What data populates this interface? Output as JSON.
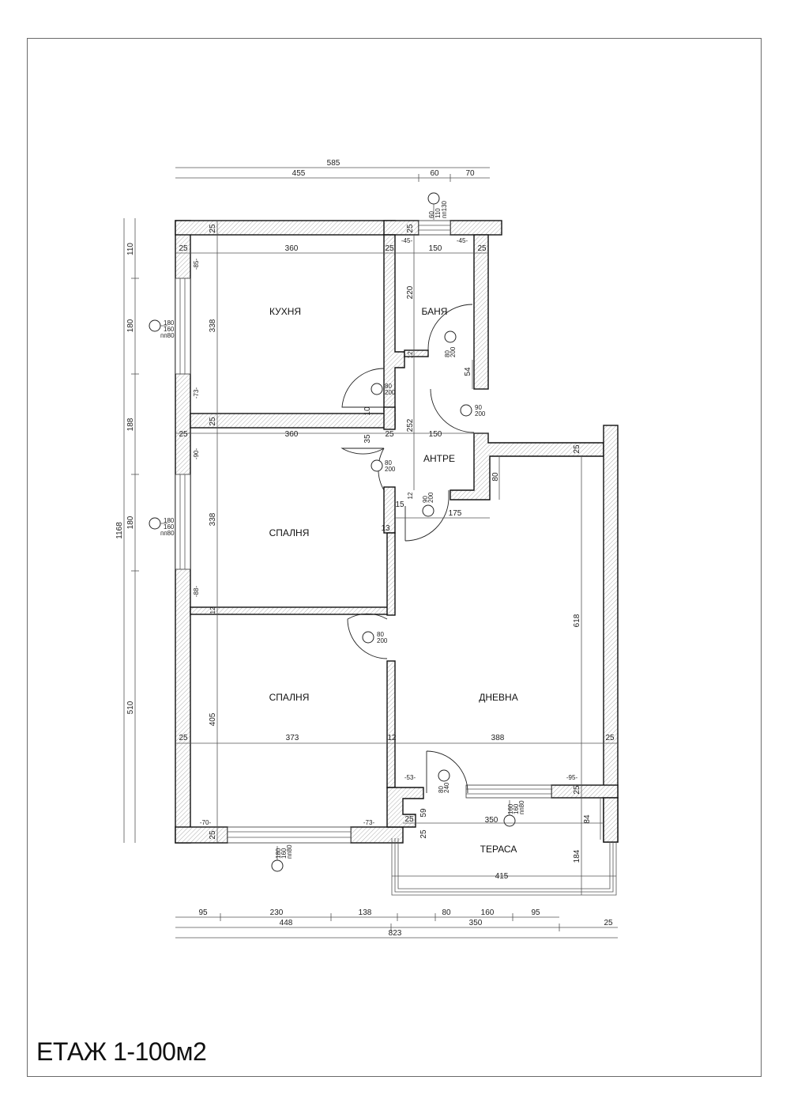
{
  "title": "ЕТАЖ 1-100м2",
  "rooms": {
    "kitchen": "КУХНЯ",
    "bathroom": "БАНЯ",
    "hallway": "АНТРЕ",
    "bedroom1": "СПАЛНЯ",
    "bedroom2": "СПАЛНЯ",
    "living": "ДНЕВНА",
    "terrace": "ТЕРАСА"
  },
  "dims_top": {
    "total": "585",
    "d1": "455",
    "d2": "60",
    "d3": "70"
  },
  "dims_left": {
    "total": "1168",
    "d1": "110",
    "d2": "180",
    "d3": "188",
    "d4": "180",
    "d5": "510"
  },
  "dims_bottom": {
    "row1": [
      "95",
      "230",
      "138",
      "80",
      "160",
      "95"
    ],
    "row2": [
      "448",
      "350",
      "25"
    ],
    "total": "823"
  },
  "dims_interior": {
    "kitchen_w": "360",
    "kitchen_h": "338",
    "kitchen_wall_l": "25",
    "kitchen_wall_t": "25",
    "kitchen_wall_r": "25",
    "bath_w": "150",
    "bath_h": "220",
    "bath_wall_r": "25",
    "bath_wall_t": "25",
    "bath_step": "54",
    "bath_12": "12",
    "hall_h": "252",
    "hall_w": "150",
    "hall_wall": "25",
    "hall_35": "35",
    "hall_10": "10",
    "hall_12": "12",
    "hall_15": "15",
    "hall_13": "13",
    "hall_175": "175",
    "hall_80": "80",
    "bed1_w": "360",
    "bed1_h": "338",
    "bed1_wall_l": "25",
    "bed1_wall_t": "25",
    "bed1_12": "12",
    "bed2_w": "373",
    "bed2_h": "405",
    "bed2_wall_l": "25",
    "bed2_wall_b": "25",
    "bed2_12": "12",
    "living_w": "388",
    "living_h": "618",
    "living_wall_r": "25",
    "living_wall_t": "25",
    "terrace_w": "350",
    "terrace_w_outer": "415",
    "terrace_h": "184",
    "terrace_59": "59",
    "terrace_84": "84",
    "terrace_25a": "25",
    "terrace_25b": "25",
    "terrace_25c": "25"
  },
  "sill_marks": {
    "kitchen_top": "-85-",
    "kitchen_bot": "-73-",
    "bath_l": "-45-",
    "bath_r": "-45-",
    "bed1_top": "-90-",
    "bed1_bot": "-88-",
    "bed2_l": "-70-",
    "bed2_r": "-73-",
    "living_l": "-53-",
    "living_r": "-95-"
  },
  "openings": {
    "bath_window": [
      "60",
      "110",
      "пп130"
    ],
    "kitchen_window": [
      "180",
      "160",
      "пп80"
    ],
    "bed1_window": [
      "180",
      "160",
      "пп80"
    ],
    "bed2_window": [
      "180",
      "160",
      "пп80"
    ],
    "living_window": [
      "160",
      "160",
      "пп80"
    ],
    "kitchen_door": [
      "80",
      "200"
    ],
    "bath_door": [
      "80",
      "200"
    ],
    "hall_door": [
      "90",
      "200"
    ],
    "bed1_door": [
      "80",
      "200"
    ],
    "entry_door": [
      "90",
      "200"
    ],
    "bed2_door": [
      "80",
      "200"
    ],
    "terrace_door": [
      "80",
      "240"
    ]
  }
}
